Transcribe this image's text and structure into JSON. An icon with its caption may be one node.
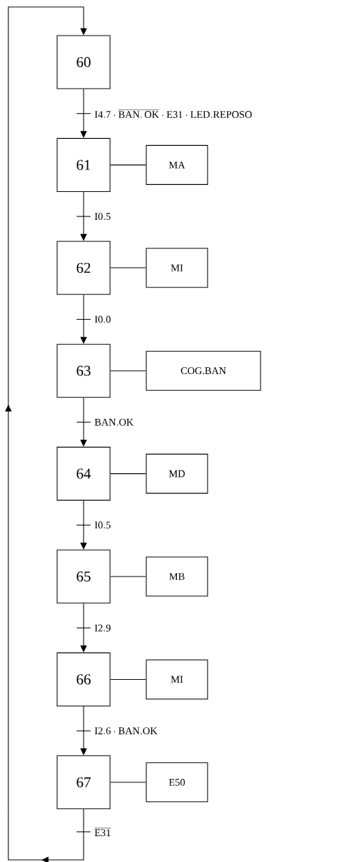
{
  "diagram": {
    "nodes": [
      {
        "text": [
          "60"
        ]
      },
      {
        "text": [
          "61"
        ]
      },
      {
        "text": [
          "MA"
        ]
      },
      {
        "text": [
          "62"
        ]
      },
      {
        "text": [
          "MI"
        ]
      },
      {
        "text": [
          "63"
        ]
      },
      {
        "text": [
          "COG.BAN"
        ]
      },
      {
        "text": [
          "64"
        ]
      },
      {
        "text": [
          "MD"
        ]
      },
      {
        "text": [
          "65"
        ]
      },
      {
        "text": [
          "MB"
        ]
      },
      {
        "text": [
          "66"
        ]
      },
      {
        "text": [
          "MI"
        ]
      },
      {
        "text": [
          "67"
        ]
      },
      {
        "text": [
          "E50"
        ]
      }
    ],
    "edges": [
      {
        "from": 0,
        "to": 1,
        "arrow": "to",
        "label": "\\mathrm{I4.7}\\cdot\\overline{\\mathrm{BAN.\\,OK}}\\cdot\\mathrm{E31}\\cdot\\mathrm{LED.REPOSO}"
      },
      {
        "from": 1,
        "to": 2,
        "arrow": "none"
      },
      {
        "from": 1,
        "to": 3,
        "arrow": "to",
        "label": "\\mathrm{I0.5}"
      },
      {
        "from": 3,
        "to": 4,
        "arrow": "none"
      },
      {
        "from": 3,
        "to": 5,
        "arrow": "to",
        "label": "\\mathrm{I0.0}"
      },
      {
        "from": 5,
        "to": 6,
        "arrow": "none"
      },
      {
        "from": 5,
        "to": 7,
        "arrow": "to",
        "label": "\\mathrm{BAN.OK}"
      },
      {
        "from": 7,
        "to": 8,
        "arrow": "none"
      },
      {
        "from": 7,
        "to": 9,
        "arrow": "to",
        "label": "\\mathrm{I0.5}"
      },
      {
        "from": 9,
        "to": 10,
        "arrow": "none"
      },
      {
        "from": 9,
        "to": 11,
        "arrow": "to",
        "label": "\\mathrm{I2.9}"
      },
      {
        "from": 11,
        "to": 12,
        "arrow": "none"
      },
      {
        "from": 11,
        "to": 13,
        "arrow": "to",
        "label": "\\mathrm{I2.6}\\cdot\\mathrm{BAN.OK}"
      },
      {
        "from": 13,
        "to": 14,
        "arrow": "none"
      },
      {
        "from": 13,
        "to": 0,
        "arrow": "to",
        "label": "\\overline{\\mathrm{E31}}"
      }
    ]
  }
}
